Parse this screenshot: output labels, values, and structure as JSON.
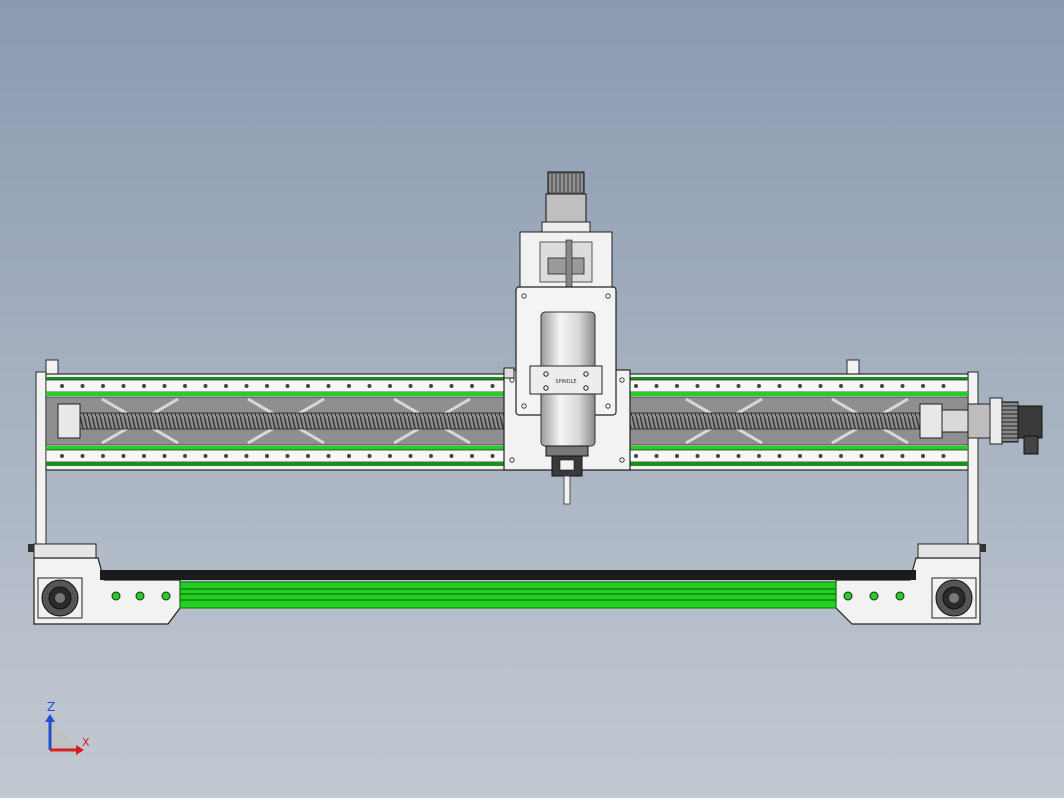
{
  "viewport": {
    "bg_top": "#8a9ab0",
    "bg_bottom": "#c3c9d2"
  },
  "colors": {
    "rail_green": "#22d022",
    "rail_dark": "#1a8f1a",
    "frame_outline": "#2a2a2a",
    "plate_fill": "#f2f2f2",
    "ballscrew_fill": "#8a8a8a",
    "spindle_fill": "#e6e6e6",
    "axis_x": "#d42020",
    "axis_y": "#2050d0"
  },
  "model": {
    "spindle_label": "SPINDLE"
  },
  "triad": {
    "z_label": "Z",
    "x_label": "X"
  }
}
